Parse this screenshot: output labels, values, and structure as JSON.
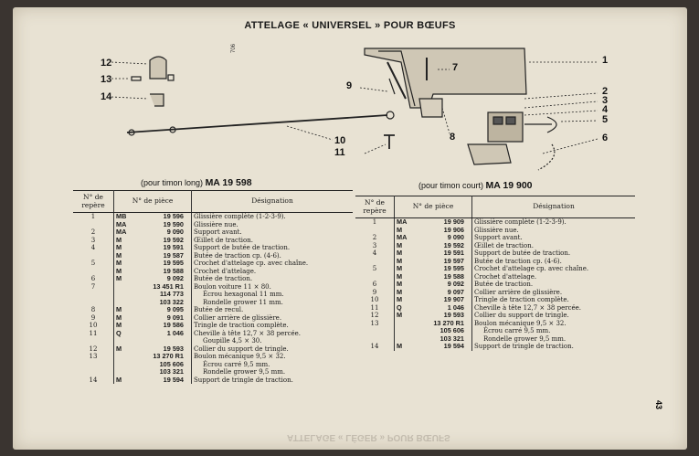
{
  "title": "ATTELAGE « UNIVERSEL » POUR BŒUFS",
  "diagram_code": "706",
  "callouts": [
    "1",
    "2",
    "3",
    "4",
    "5",
    "6",
    "7",
    "8",
    "9",
    "10",
    "11",
    "12",
    "13",
    "14"
  ],
  "captions": {
    "long_prefix": "(pour timon long)",
    "long_ref": "MA 19 598",
    "short_prefix": "(pour timon court)",
    "short_ref": "MA 19 900"
  },
  "table_headers": {
    "rep": "N° de repère",
    "piece": "N° de pièce",
    "designation": "Désignation"
  },
  "left_rows": [
    {
      "rep": "1",
      "pfx": "MB",
      "num": "19 596",
      "des": "Glissière complète (1-2-3-9)."
    },
    {
      "rep": "",
      "pfx": "MA",
      "num": "19 590",
      "des": "Glissière nue."
    },
    {
      "rep": "2",
      "pfx": "MA",
      "num": "9 090",
      "des": "Support avant."
    },
    {
      "rep": "3",
      "pfx": "M",
      "num": "19 592",
      "des": "Œillet de traction."
    },
    {
      "rep": "4",
      "pfx": "M",
      "num": "19 591",
      "des": "Support de butée de traction."
    },
    {
      "rep": "",
      "pfx": "M",
      "num": "19 587",
      "des": "Butée de traction cp. (4-6)."
    },
    {
      "rep": "5",
      "pfx": "M",
      "num": "19 595",
      "des": "Crochet d'attelage cp. avec chaîne."
    },
    {
      "rep": "",
      "pfx": "M",
      "num": "19 588",
      "des": "Crochet d'attelage."
    },
    {
      "rep": "6",
      "pfx": "M",
      "num": "9 092",
      "des": "Butée de traction."
    },
    {
      "rep": "7",
      "pfx": "",
      "num": "13 451 R1",
      "des": "Boulon voiture 11 × 80."
    },
    {
      "rep": "",
      "pfx": "",
      "num": "114 773",
      "des": "Écrou hexagonal 11 mm.",
      "sub": true
    },
    {
      "rep": "",
      "pfx": "",
      "num": "103 322",
      "des": "Rondelle grower 11 mm.",
      "sub": true
    },
    {
      "rep": "8",
      "pfx": "M",
      "num": "9 095",
      "des": "Butée de recul."
    },
    {
      "rep": "9",
      "pfx": "M",
      "num": "9 091",
      "des": "Collier arrière de glissière."
    },
    {
      "rep": "10",
      "pfx": "M",
      "num": "19 586",
      "des": "Tringle de traction complète."
    },
    {
      "rep": "11",
      "pfx": "Q",
      "num": "1 046",
      "des": "Cheville à tête 12,7 × 38 percée."
    },
    {
      "rep": "",
      "pfx": "",
      "num": "",
      "des": "Goupille 4,5 × 30.",
      "sub": true
    },
    {
      "rep": "12",
      "pfx": "M",
      "num": "19 593",
      "des": "Collier du support de tringle."
    },
    {
      "rep": "13",
      "pfx": "",
      "num": "13 270 R1",
      "des": "Boulon mécanique 9,5 × 32."
    },
    {
      "rep": "",
      "pfx": "",
      "num": "105 606",
      "des": "Écrou carré 9,5 mm.",
      "sub": true
    },
    {
      "rep": "",
      "pfx": "",
      "num": "103 321",
      "des": "Rondelle grower 9,5 mm.",
      "sub": true
    },
    {
      "rep": "14",
      "pfx": "M",
      "num": "19 594",
      "des": "Support de tringle de traction."
    }
  ],
  "right_rows": [
    {
      "rep": "1",
      "pfx": "MA",
      "num": "19 909",
      "des": "Glissière complète (1-2-3-9)."
    },
    {
      "rep": "",
      "pfx": "M",
      "num": "19 906",
      "des": "Glissière nue."
    },
    {
      "rep": "2",
      "pfx": "MA",
      "num": "9 090",
      "des": "Support avant."
    },
    {
      "rep": "3",
      "pfx": "M",
      "num": "19 592",
      "des": "Œillet de traction."
    },
    {
      "rep": "4",
      "pfx": "M",
      "num": "19 591",
      "des": "Support de butée de traction."
    },
    {
      "rep": "",
      "pfx": "M",
      "num": "19 597",
      "des": "Butée de traction cp. (4-6)."
    },
    {
      "rep": "5",
      "pfx": "M",
      "num": "19 595",
      "des": "Crochet d'attelage cp. avec chaîne."
    },
    {
      "rep": "",
      "pfx": "M",
      "num": "19 588",
      "des": "Crochet d'attelage."
    },
    {
      "rep": "6",
      "pfx": "M",
      "num": "9 092",
      "des": "Butée de traction."
    },
    {
      "rep": "9",
      "pfx": "M",
      "num": "9 097",
      "des": "Collier arrière de glissière."
    },
    {
      "rep": "10",
      "pfx": "M",
      "num": "19 907",
      "des": "Tringle de traction complète."
    },
    {
      "rep": "11",
      "pfx": "Q",
      "num": "1 046",
      "des": "Cheville à tête 12,7 × 38 percée."
    },
    {
      "rep": "12",
      "pfx": "M",
      "num": "19 593",
      "des": "Collier du support de tringle."
    },
    {
      "rep": "13",
      "pfx": "",
      "num": "13 270 R1",
      "des": "Boulon mécanique 9,5 × 32."
    },
    {
      "rep": "",
      "pfx": "",
      "num": "105 606",
      "des": "Écrou carré 9,5 mm.",
      "sub": true
    },
    {
      "rep": "",
      "pfx": "",
      "num": "103 321",
      "des": "Rondelle grower 9,5 mm.",
      "sub": true
    },
    {
      "rep": "14",
      "pfx": "M",
      "num": "19 594",
      "des": "Support de tringle de traction."
    }
  ],
  "page_number": "43",
  "ghost_text": "ATTELAGE « LÉGER » POUR BŒUFS"
}
